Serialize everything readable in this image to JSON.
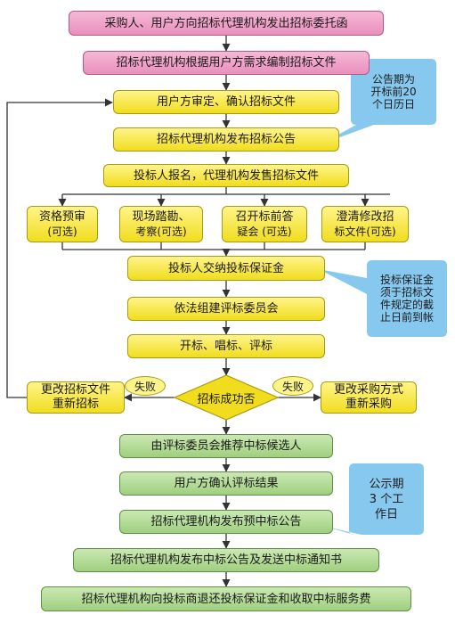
{
  "steps": {
    "s1": "采购人、用户方向招标代理机构发出招标委托函",
    "s2": "招标代理机构根据用户方需求编制招标文件",
    "s3": "用户方审定、确认招标文件",
    "s4": "招标代理机构发布招标公告",
    "s5": "投标人报名，代理机构发售招标文件",
    "s6": "投标人交纳投标保证金",
    "s7": "依法组建评标委员会",
    "s8": "开标、唱标、评标",
    "decision": "招标成功否",
    "s9": "由评标委员会推荐中标候选人",
    "s10": "用户方确认评标结果",
    "s11": "招标代理机构发布预中标公告",
    "s12": "招标代理机构发布中标公告及发送中标通知书",
    "s13": "招标代理机构向投标商退还投标保证金和收取中标服务费"
  },
  "options": [
    {
      "line1": "资格预审",
      "line2": "(可选)"
    },
    {
      "line1": "现场踏勘、",
      "line2": "考察(可选)"
    },
    {
      "line1": "召开标前答",
      "line2": "疑会 (可选)"
    },
    {
      "line1": "澄清修改招",
      "line2": "标文件(可选)"
    }
  ],
  "branches": {
    "left": {
      "line1": "更改招标文件",
      "line2": "重新招标"
    },
    "right": {
      "line1": "更改采购方式",
      "line2": "重新采购"
    },
    "fail_left": "失败",
    "fail_right": "失败"
  },
  "notes": {
    "n1": {
      "l1": "公告期为",
      "l2": "开标前20",
      "l3": "个日历日"
    },
    "n2": {
      "l1": "投标保证金",
      "l2": "须于招标文",
      "l3": "件规定的截",
      "l4": "止日前到帐"
    },
    "n3": {
      "l1": "公示期",
      "l2": "3 个工",
      "l3": "作日"
    }
  },
  "colors": {
    "pink": "#e98fbd",
    "yellow": "#f1dd1e",
    "green": "#9fd07f",
    "note_blue": "#87c9ee",
    "line": "#333333"
  }
}
